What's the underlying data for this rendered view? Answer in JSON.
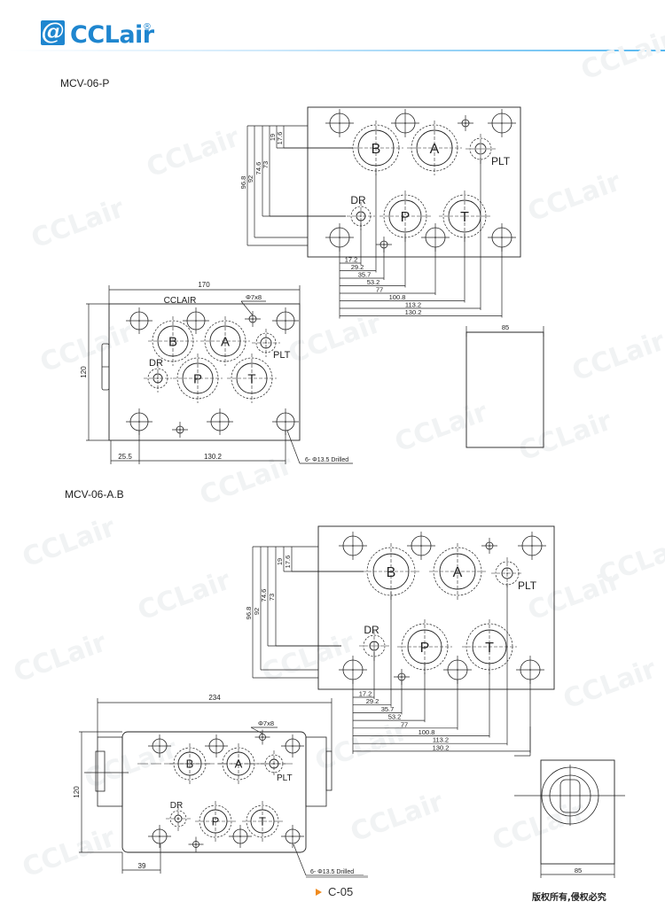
{
  "header": {
    "logo_text": "CCLair",
    "logo_mark": "@",
    "registered": "®"
  },
  "watermark": "CCLair",
  "drawings": [
    {
      "title": "MCV-06-P",
      "top_view": {
        "ports": {
          "B": "B",
          "A": "A",
          "P": "P",
          "T": "T",
          "PLT": "PLT",
          "DR": "DR"
        },
        "left_dims": [
          "96.8",
          "92",
          "74.6",
          "73",
          "19",
          "17.6"
        ],
        "bottom_dims": [
          "17.2",
          "29.2",
          "35.7",
          "53.2",
          "77",
          "100.8",
          "113.2",
          "130.2"
        ]
      },
      "front_view": {
        "width": "170",
        "height": "120",
        "brand": "CCLAIR",
        "pin": "Φ7x8",
        "offset": "25.5",
        "spacing": "130.2",
        "holes_note": "6- Φ13.5 Drilled",
        "ports": {
          "B": "B",
          "A": "A",
          "P": "P",
          "T": "T",
          "PLT": "PLT",
          "DR": "DR"
        }
      },
      "side_view": {
        "width": "85"
      }
    },
    {
      "title": "MCV-06-A.B",
      "top_view": {
        "ports": {
          "B": "B",
          "A": "A",
          "P": "P",
          "T": "T",
          "PLT": "PLT",
          "DR": "DR"
        },
        "left_dims": [
          "96.8",
          "92",
          "74.6",
          "73",
          "19",
          "17.6"
        ],
        "bottom_dims": [
          "17.2",
          "29.2",
          "35.7",
          "53.2",
          "77",
          "100.8",
          "113.2",
          "130.2"
        ]
      },
      "front_view": {
        "width": "234",
        "height": "120",
        "pin": "Φ7x8",
        "offset": "39",
        "holes_note": "6- Φ13.5 Drilled",
        "ports": {
          "B": "B",
          "A": "A",
          "P": "P",
          "T": "T",
          "PLT": "PLT",
          "DR": "DR"
        }
      },
      "side_view": {
        "width": "85"
      }
    }
  ],
  "footer": {
    "page": "C-05",
    "copyright": "版权所有,侵权必究"
  },
  "colors": {
    "brand": "#1f86cf",
    "accent": "#f08a1e",
    "line": "#222222"
  }
}
